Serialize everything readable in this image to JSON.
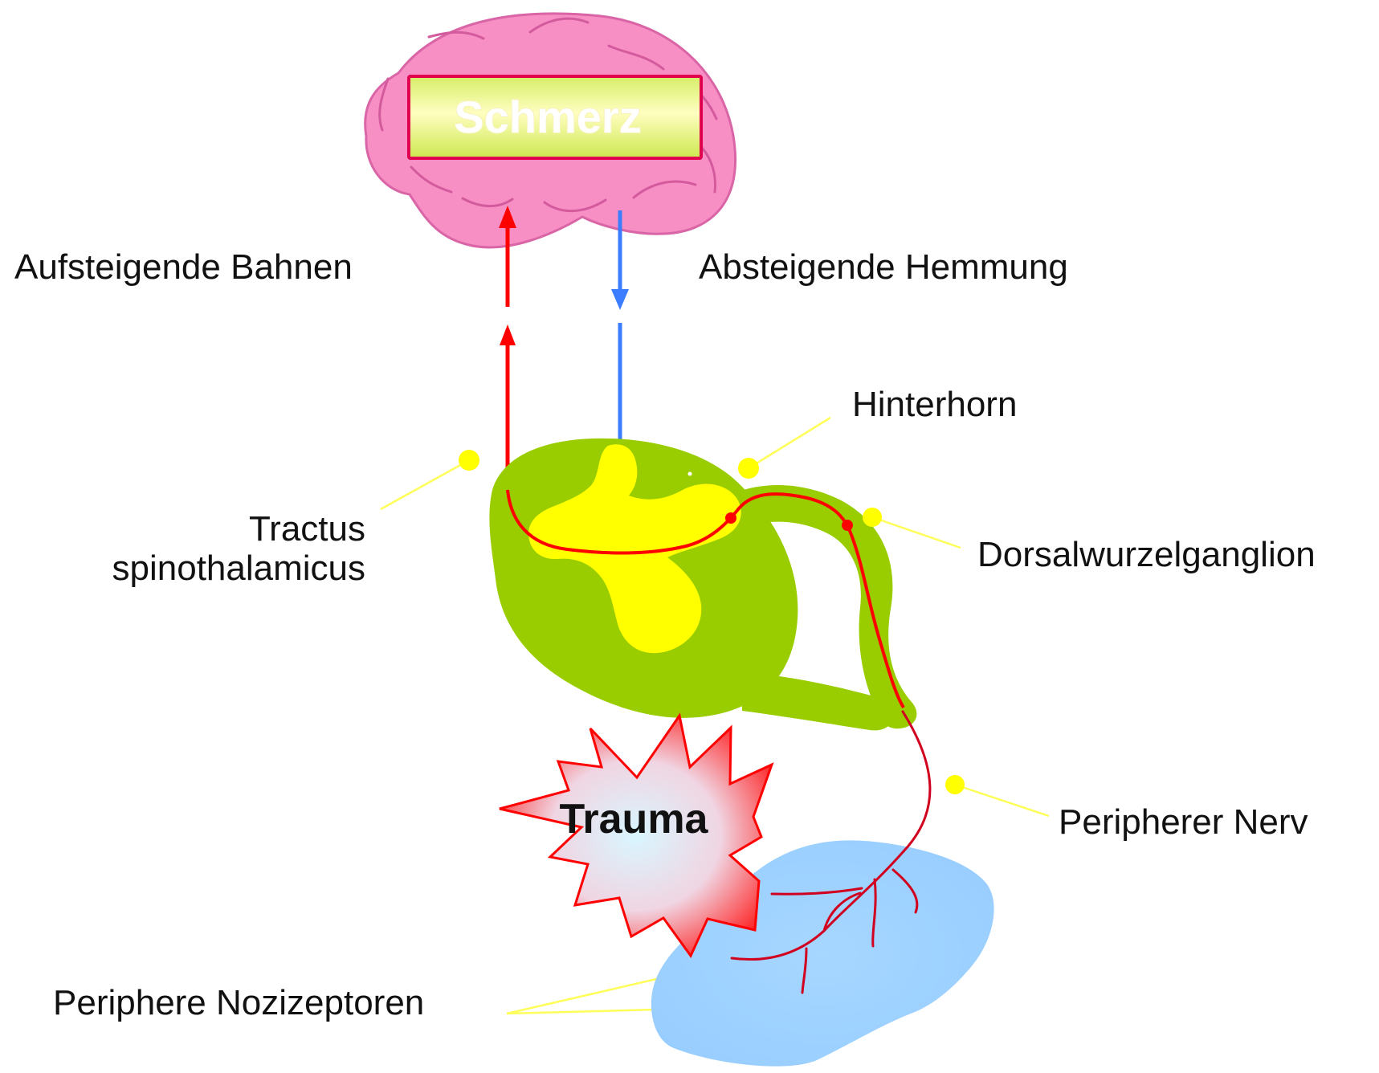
{
  "brain": {
    "title": "Schmerz"
  },
  "labels": {
    "ascending": "Aufsteigende Bahnen",
    "descending": "Absteigende Hemmung",
    "dorsal_horn": "Hinterhorn",
    "tract_line1": "Tractus",
    "tract_line2": "spinothalamicus",
    "ganglion": "Dorsalwurzelganglion",
    "trauma": "Trauma",
    "peripheral_nerve": "Peripherer Nerv",
    "nociceptors": "Periphere Nozizeptoren"
  },
  "colors": {
    "brain_fill": "#f78fc4",
    "brain_stroke": "#d965a6",
    "schmerz_box_start": "#d6ee67",
    "schmerz_box_end": "#fffec0",
    "spinal_cord_fill": "#9acd00",
    "gray_matter_fill": "#ffff00",
    "ascending_path": "#ff0000",
    "descending_path": "#3c7cff",
    "callout": "#ffff00",
    "tissue_fill": "#9ad0ff",
    "trauma_start": "#ff1a1a",
    "trauma_end": "#d9f6ff"
  }
}
